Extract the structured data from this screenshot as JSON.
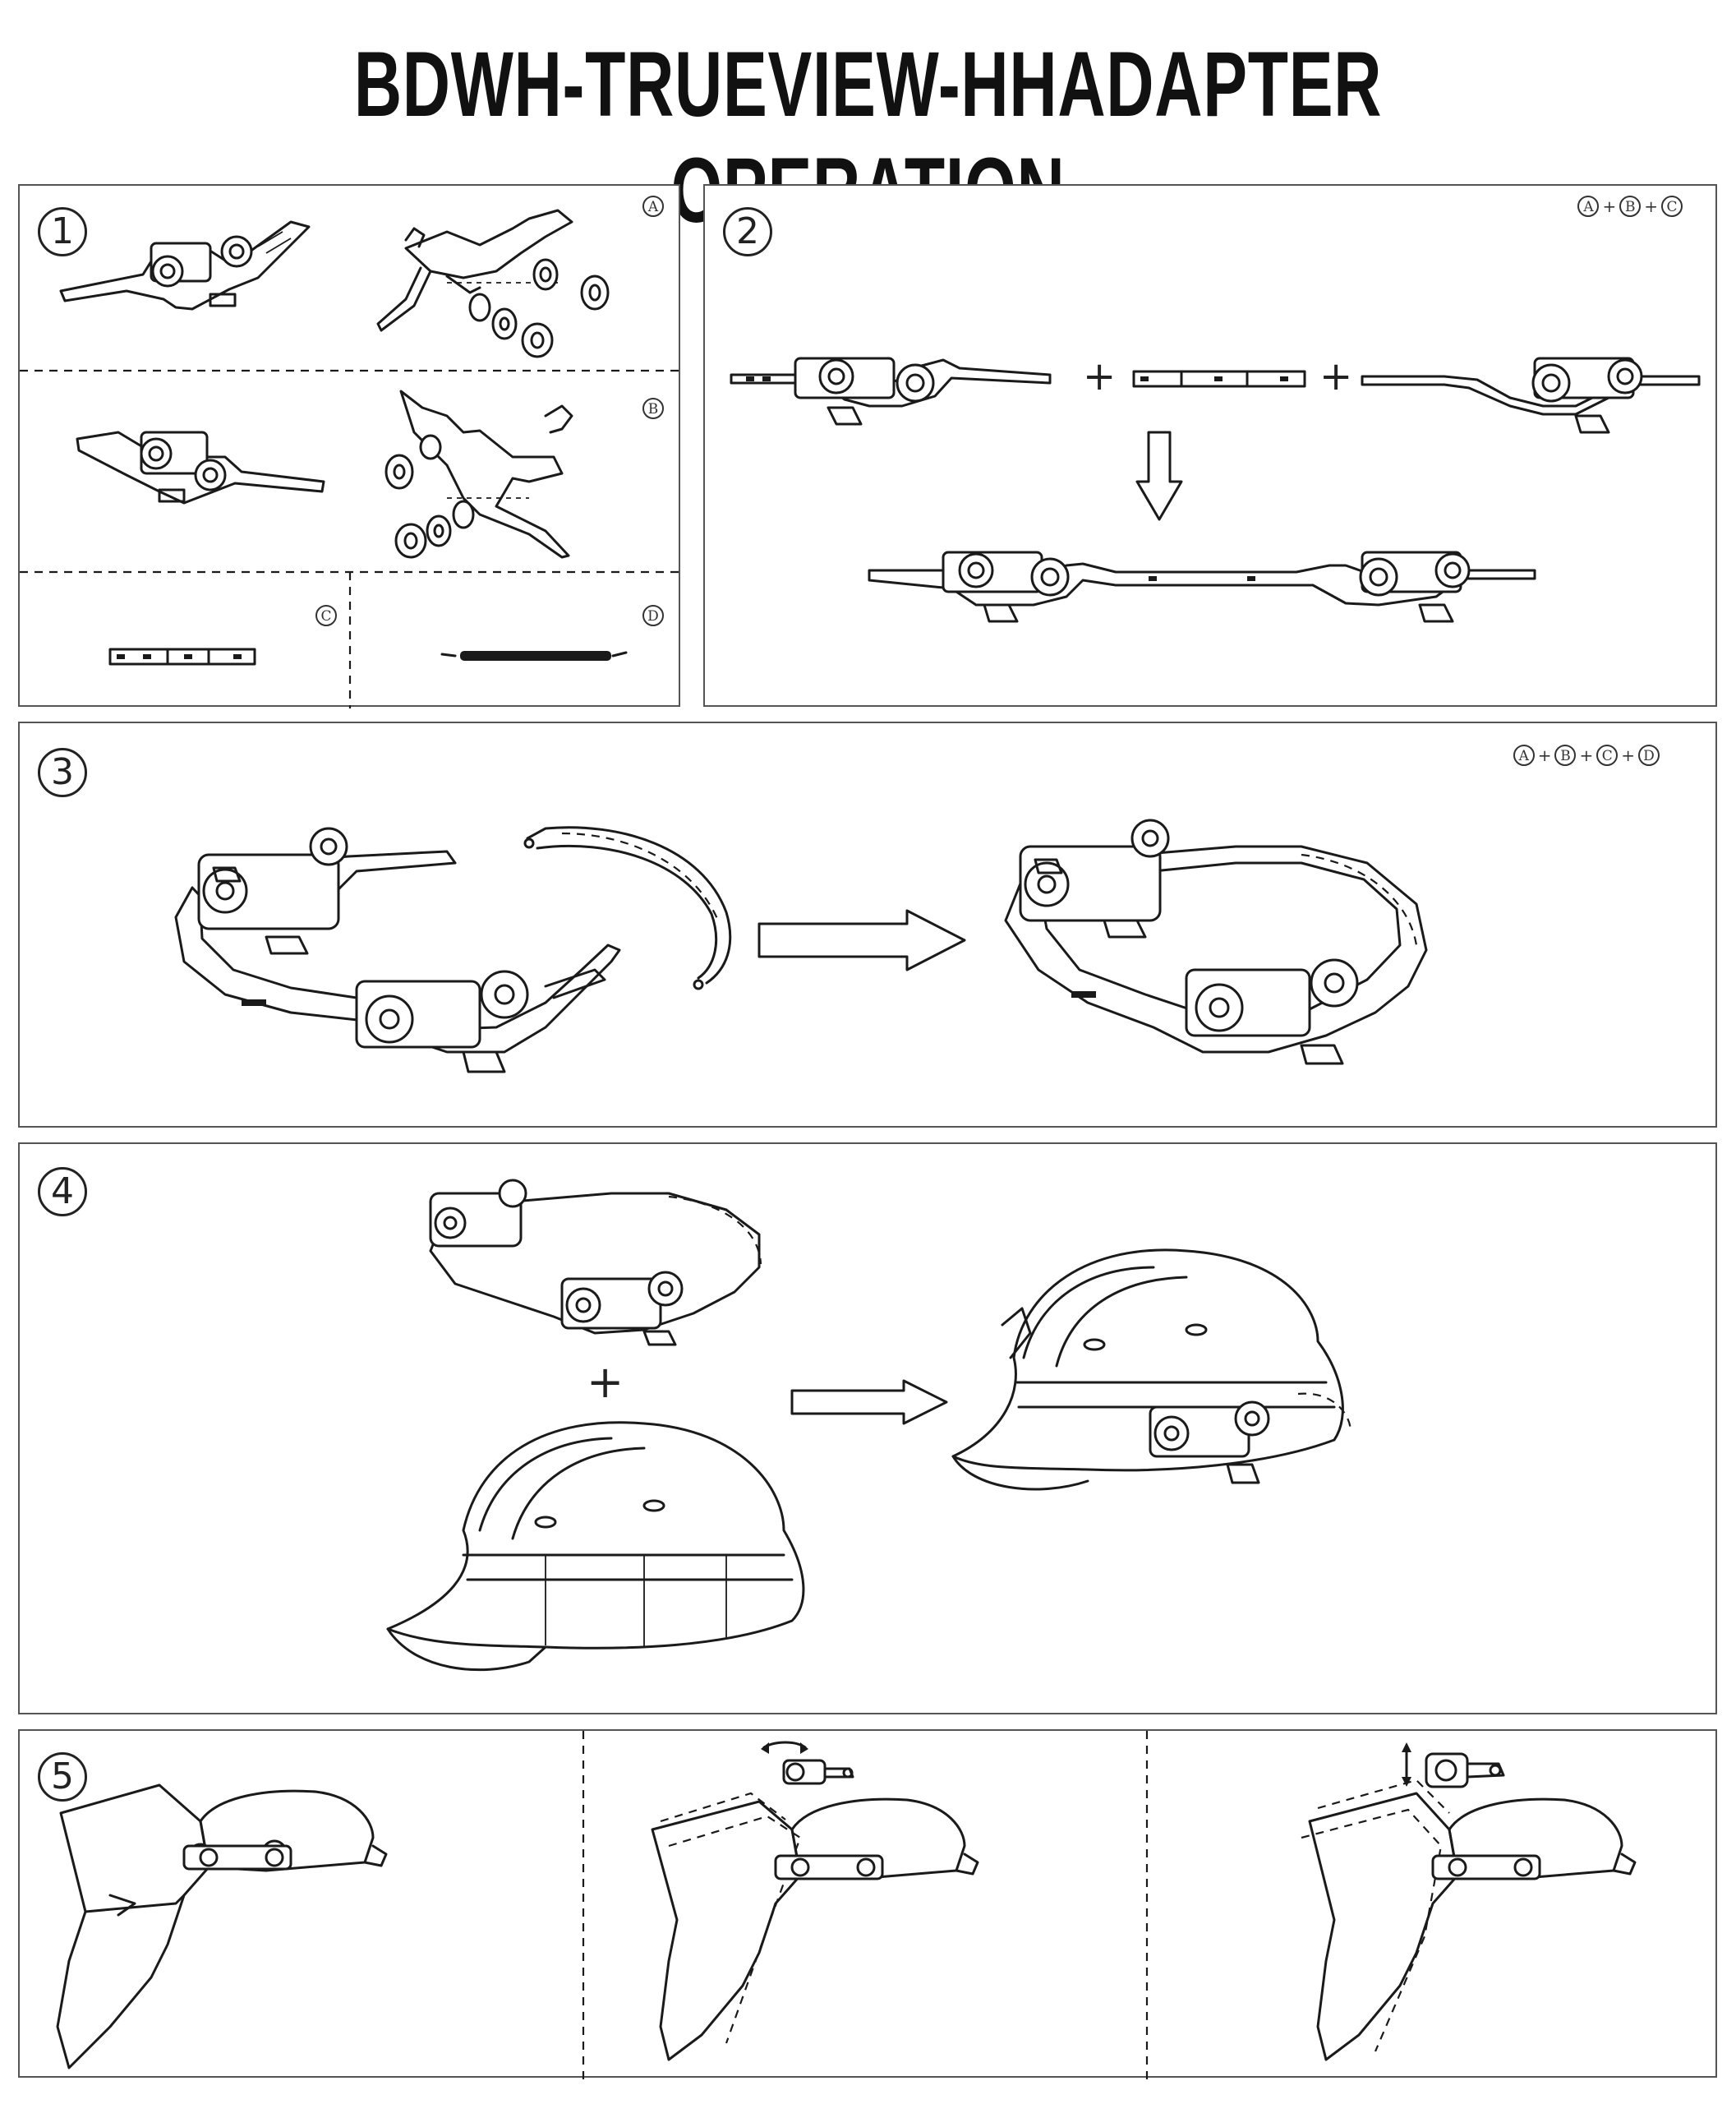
{
  "title": "BDWH-TRUEVIEW-HHADAPTER OPERATION",
  "steps": [
    {
      "number": "1",
      "part_tags": [
        "A",
        "B",
        "C",
        "D"
      ]
    },
    {
      "number": "2",
      "combo": [
        "A",
        "B",
        "C"
      ]
    },
    {
      "number": "3",
      "combo": [
        "A",
        "B",
        "C",
        "D"
      ]
    },
    {
      "number": "4"
    },
    {
      "number": "5"
    }
  ],
  "icons": [
    "plus-sign",
    "down-arrow",
    "right-arrow",
    "rotate-arrow",
    "up-down-arrow"
  ]
}
